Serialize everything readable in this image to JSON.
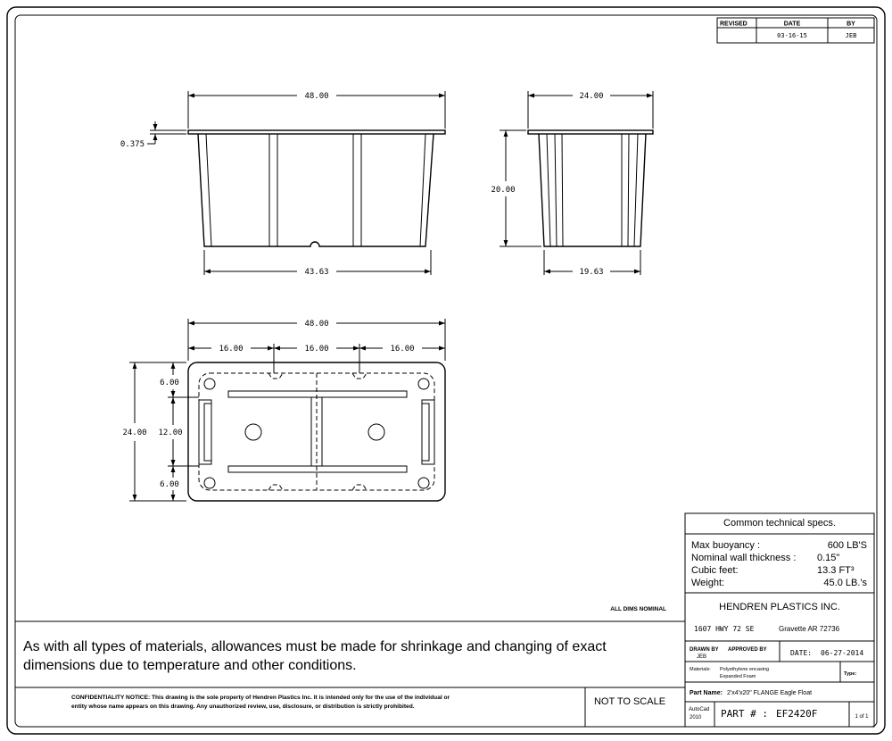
{
  "revision_block": {
    "headers": [
      "REVISED",
      "DATE",
      "BY"
    ],
    "rows": [
      [
        "",
        "03-16-15",
        "JEB"
      ]
    ]
  },
  "dimensions": {
    "side_top_width": "48.00",
    "side_flange": "0.375",
    "side_bottom_width": "43.63",
    "end_top_width": "24.00",
    "end_height": "20.00",
    "end_bottom_width": "19.63",
    "plan_width": "48.00",
    "plan_seg_1": "16.00",
    "plan_seg_2": "16.00",
    "plan_seg_3": "16.00",
    "plan_height": "24.00",
    "plan_v_1": "6.00",
    "plan_v_2": "12.00",
    "plan_v_3": "6.00"
  },
  "all_dims_note": "ALL DIMS NOMINAL",
  "specs": {
    "title": "Common technical specs.",
    "rows": [
      {
        "label": "Max buoyancy :",
        "value": "600 LB'S"
      },
      {
        "label": "Nominal wall thickness :",
        "value": "0.15\""
      },
      {
        "label": "Cubic feet:",
        "value": "13.3 FT³"
      },
      {
        "label": "Weight:",
        "value": "45.0 LB.'s"
      }
    ]
  },
  "company": {
    "name": "HENDREN PLASTICS INC.",
    "address": "1607 HWY 72 SE",
    "city": "Gravette AR 72736"
  },
  "title_block": {
    "drawn_by_label": "DRAWN BY",
    "drawn_by": "JEB",
    "approved_by_label": "APPROVED BY",
    "date_label": "DATE:",
    "date": "06-27-2014",
    "materials_label": "Materials:",
    "materials_line1": "Polyethylene encasing",
    "materials_line2": "Expanded Foam",
    "type_label": "Type:",
    "part_name_label": "Part Name:",
    "part_name": "2'x4'x20\" FLANGE Eagle Float",
    "autocad_line1": "AutoCad",
    "autocad_line2": "2010",
    "part_no_label": "PART # :",
    "part_no": "EF2420F",
    "sheet": "1 of 1"
  },
  "notice": {
    "line1": "As with all types of materials, allowances must be made for shrinkage and changing of exact",
    "line2": "dimensions due to temperature and other conditions."
  },
  "confidentiality": {
    "line1": "CONFIDENTIALITY NOTICE: This drawing is the sole property of Hendren Plastics Inc. It is intended only for the use of the individual or",
    "line2": "entity whose name appears on this drawing. Any unauthorized review, use, disclosure, or distribution is strictly prohibited."
  },
  "scale_note": "NOT TO SCALE"
}
